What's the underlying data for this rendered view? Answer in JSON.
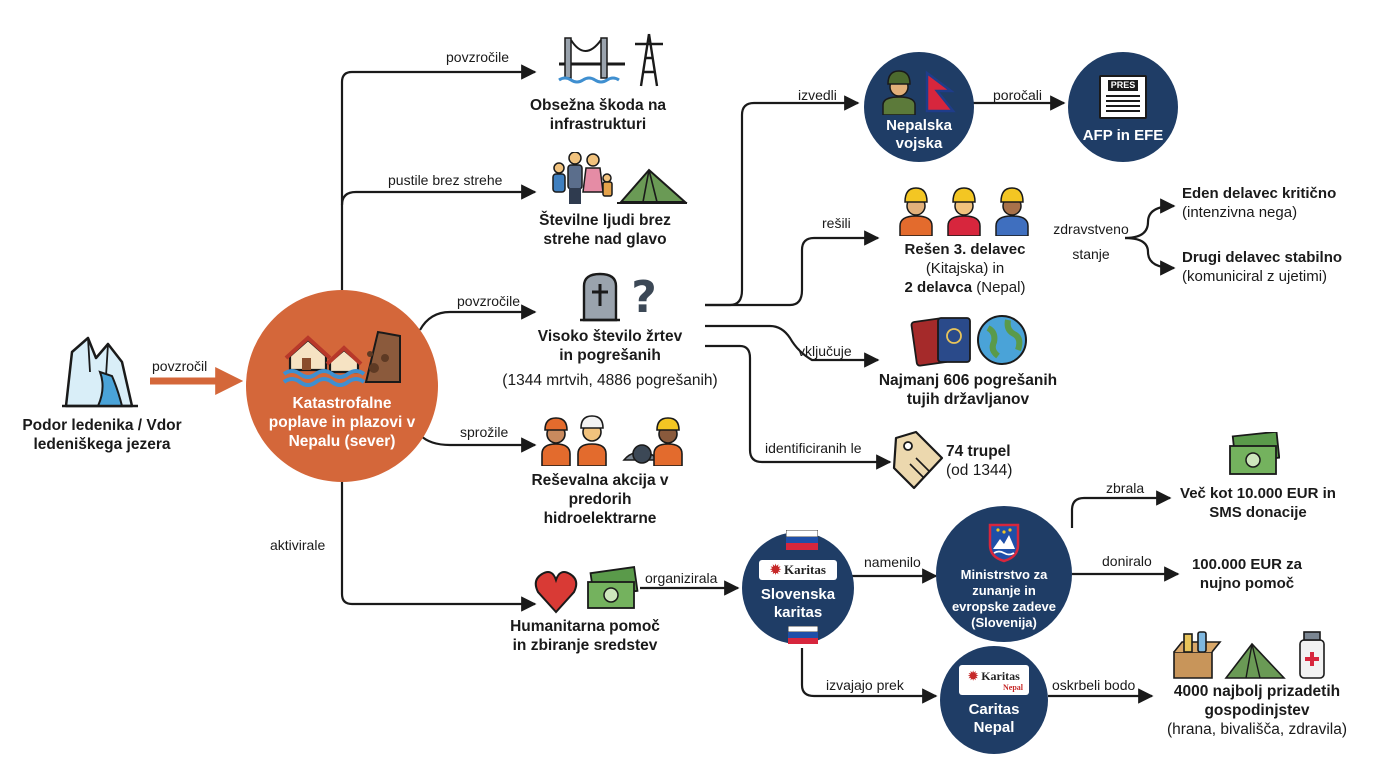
{
  "central": {
    "label": "Katastrofalne poplave in plazovi v Nepalu (sever)"
  },
  "source": {
    "label": "Podor ledenika / Vdor ledeniškega jezera",
    "edge": "povzročil"
  },
  "edges": {
    "infrastructure": "povzročile",
    "homeless": "pustile brez strehe",
    "casualties": "povzročile",
    "rescue": "sprožile",
    "aid": "aktivirale",
    "army": "izvedli",
    "press": "poročali",
    "rescued": "rešili",
    "health": "zdravstveno stanje",
    "foreign": "vključuje",
    "identified": "identificiranih le",
    "karitas": "organizirala",
    "ministry": "namenilo",
    "sms": "zbrala",
    "donation": "doniralo",
    "caritas_nepal": "izvajajo prek",
    "households": "oskrbeli bodo"
  },
  "nodes": {
    "infrastructure": "Obsežna škoda na infrastrukturi",
    "homeless": "Številne ljudi brez strehe nad glavo",
    "casualties_title": "Visoko število žrtev in pogrešanih",
    "casualties_sub": "(1344 mrtvih, 4886 pogrešanih)",
    "rescue": "Reševalna akcija v predorih hidroelektrarne",
    "aid": "Humanitarna pomoč in zbiranje sredstev",
    "army": "Nepalska vojska",
    "press": "AFP in EFE",
    "press_badge": "PRES",
    "rescued_l1": "Rešen 3. delavec",
    "rescued_l2": "(Kitajska) in",
    "rescued_l3a": "2 delavca",
    "rescued_l3b": " (Nepal)",
    "critical_title": "Eden delavec kritično",
    "critical_sub": "(intenzivna nega)",
    "stable_title": "Drugi delavec stabilno",
    "stable_sub": "(komuniciral z ujetimi)",
    "foreign": "Najmanj 606 pogrešanih tujih državljanov",
    "identified_title": "74 trupel",
    "identified_sub": "(od 1344)",
    "karitas": "Slovenska karitas",
    "karitas_logo": "Karitas",
    "ministry": "Ministrstvo za zunanje in evropske zadeve (Slovenija)",
    "sms": "Več kot 10.000 EUR in SMS donacije",
    "donation": "100.000 EUR za nujno pomoč",
    "caritas_nepal": "Caritas Nepal",
    "caritas_nepal_logo": "Karitas",
    "caritas_nepal_logo_sub": "Nepal",
    "households_title": "4000 najbolj prizadetih gospodinjstev",
    "households_sub": "(hrana, bivališča, zdravila)"
  },
  "colors": {
    "navy": "#1f3d66",
    "orange": "#d4673a",
    "arrow": "#1a1a1a",
    "source_arrow": "#d4673a"
  }
}
